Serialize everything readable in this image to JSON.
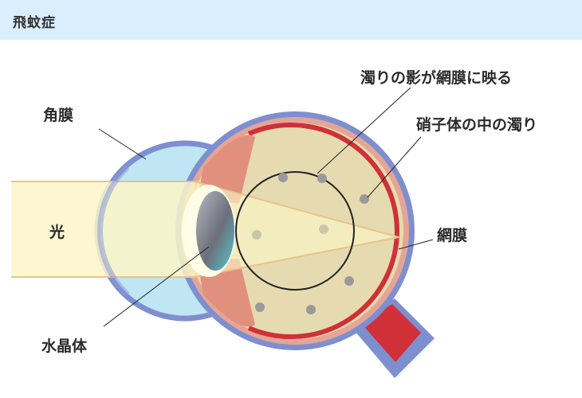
{
  "header": {
    "title": "飛蚊症"
  },
  "labels": {
    "cornea": "角膜",
    "light": "光",
    "lens": "水晶体",
    "shadow_on_retina": "濁りの影が網膜に映る",
    "vitreous_opacity": "硝子体の中の濁り",
    "retina": "網膜"
  },
  "colors": {
    "header_bg": "#dbeefd",
    "sclera": "#7e8fd0",
    "eyeball_fill": "#e6dab0",
    "retina_line": "#d03038",
    "iris": "#e2907e",
    "cornea_fill": "#bfe6f2",
    "light_beam": "#fbf6c8",
    "light_edge": "#e8c48a",
    "floater": "#9a9a9a"
  }
}
